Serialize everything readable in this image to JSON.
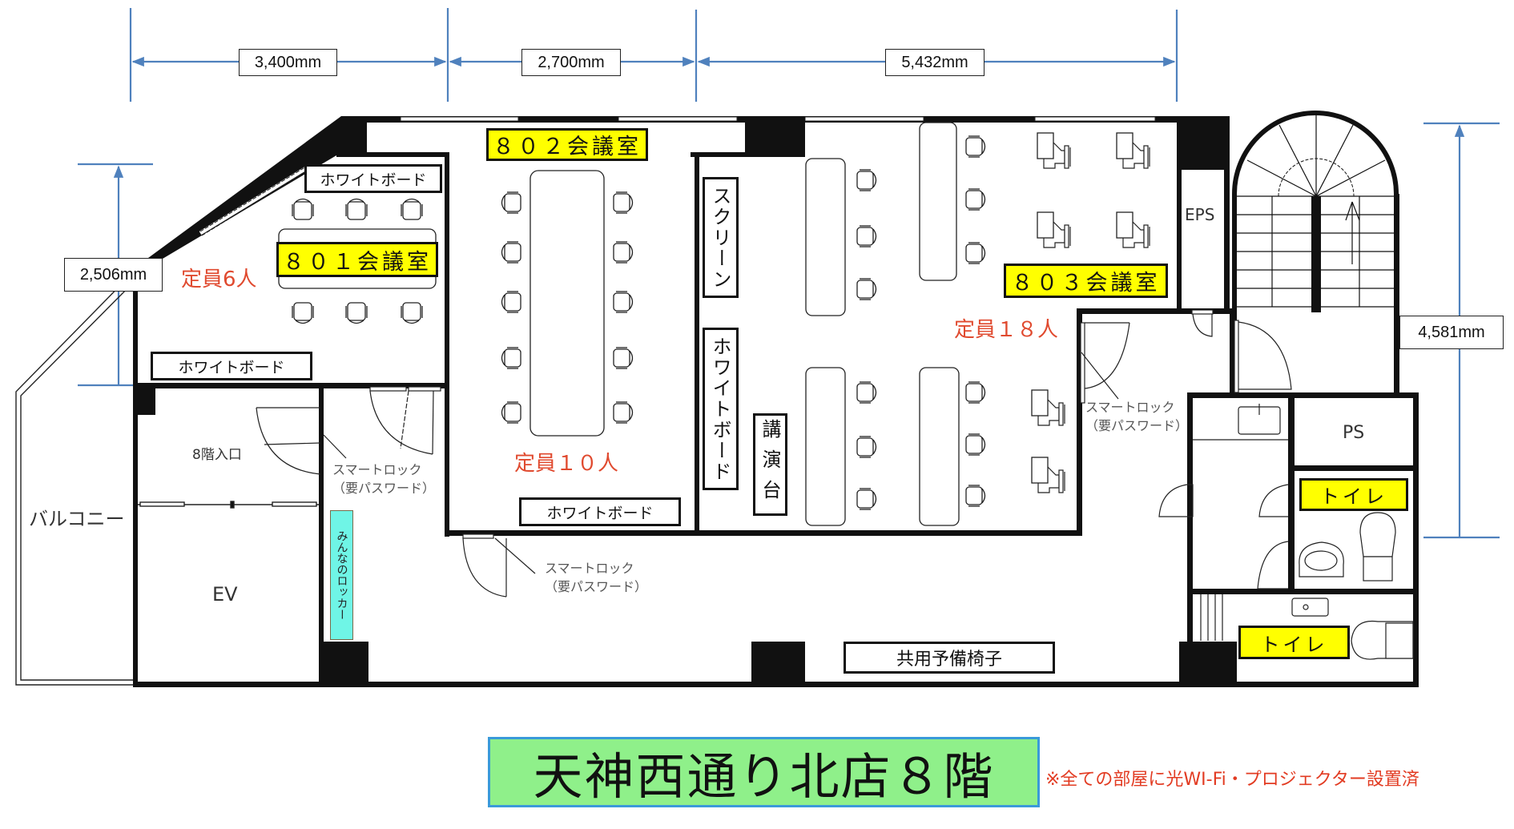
{
  "dimensions": {
    "top": [
      "3,400mm",
      "2,700mm",
      "5,432mm"
    ],
    "left": "2,506mm",
    "right": "4,581mm",
    "line_color": "#4f81bd"
  },
  "rooms": {
    "r801": {
      "label": "８０１会議室",
      "capacity": "定員6人",
      "whiteboard_top": "ホワイトボード",
      "whiteboard_bottom": "ホワイトボード"
    },
    "r802": {
      "label": "８０２会議室",
      "capacity": "定員１０人",
      "whiteboard": "ホワイトボード"
    },
    "r803": {
      "label": "８０３会議室",
      "capacity": "定員１８人",
      "screen": "スクリーン",
      "whiteboard": "ホワイトボード",
      "podium": "講演台"
    }
  },
  "facilities": {
    "eps": "EPS",
    "ps": "PS",
    "ev": "EV",
    "balcony": "バルコニー",
    "entrance": "8階入口",
    "locker": "みんなのロッカー",
    "spare_chairs": "共用予備椅子",
    "toilet_upper": "トイレ",
    "toilet_lower": "トイレ"
  },
  "smart_locks": [
    {
      "line1": "スマートロック",
      "line2": "（要パスワード）"
    },
    {
      "line1": "スマートロック",
      "line2": "（要パスワード）"
    },
    {
      "line1": "スマートロック",
      "line2": "（要パスワード）"
    }
  ],
  "footer": {
    "title": "天神西通り北店８階",
    "note": "※全ての部屋に光WI-Fi・プロジェクター設置済"
  },
  "colors": {
    "label_fill": "#ffff00",
    "capacity_text": "#e04a2f",
    "title_fill": "#8ff08a",
    "title_border": "#3a9ad9",
    "locker_fill": "#6ff5e6",
    "footnote_text": "#e23b22"
  }
}
